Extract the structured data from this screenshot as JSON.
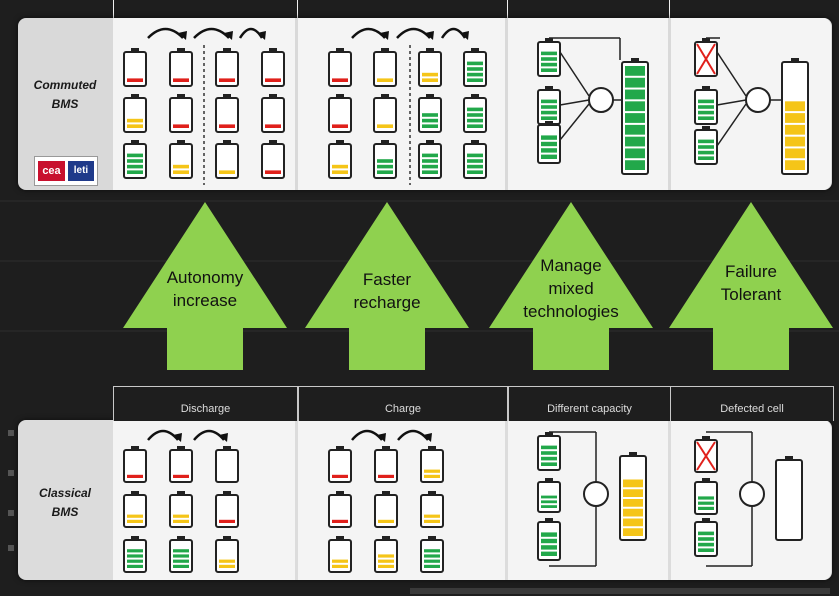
{
  "rows": {
    "commuted_label": "Commuted\nBMS",
    "classical_label": "Classical\nBMS"
  },
  "columns": [
    {
      "header": "Discharge",
      "arrow_label": "Autonomy\nincrease"
    },
    {
      "header": "Charge",
      "arrow_label": "Faster\nrecharge"
    },
    {
      "header": "Different capacity",
      "arrow_label": "Manage\nmixed\ntechnologies"
    },
    {
      "header": "Defected cell",
      "arrow_label": "Failure\nTolerant"
    }
  ],
  "logo": {
    "cea": "cea",
    "leti": "leti"
  },
  "colors": {
    "green": "#22a84a",
    "yellow": "#f5c518",
    "red": "#e0201b",
    "arrow": "#8fd14f",
    "panel": "#d9d9d9"
  }
}
